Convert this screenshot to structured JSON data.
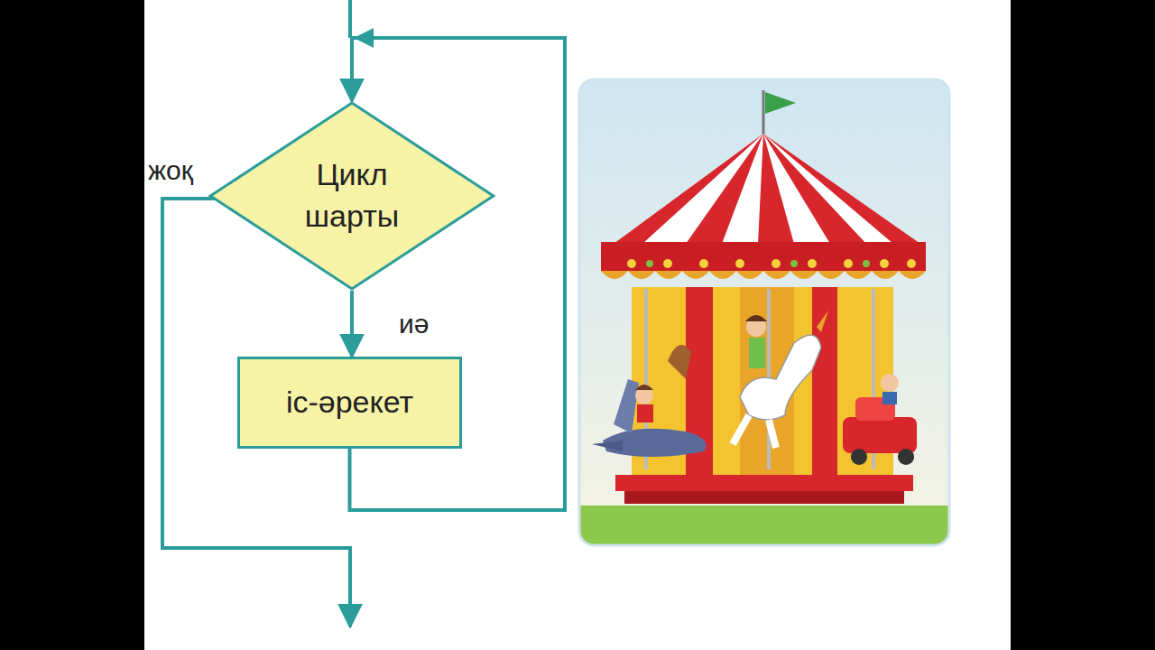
{
  "diagram": {
    "nodes": [
      {
        "text": [
          "Цикл шарты"
        ]
      },
      {
        "text": [
          "іс-әрекет"
        ]
      }
    ],
    "edges": [
      {
        "from": 0,
        "to": 1,
        "label": "иә",
        "arrow": "to"
      },
      {
        "from": 1,
        "to": 0,
        "arrow": "to"
      }
    ],
    "labels": [
      "жоқ"
    ]
  }
}
